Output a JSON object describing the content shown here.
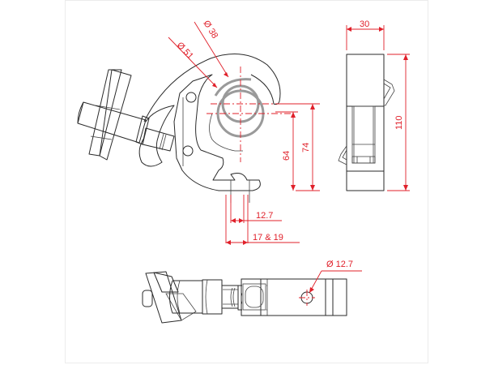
{
  "drawing": {
    "title": "Half coupler clamp technical drawing",
    "line_color": "#2a2a2a",
    "dimension_color": "#e0202a",
    "pipe_color": "#9a9a9a",
    "views": [
      "side-view",
      "end-view",
      "top-view"
    ]
  },
  "dimensions": {
    "pipe_diameter_large": "Ø 51",
    "pipe_diameter_small": "Ø 38",
    "height_inner": "64",
    "height_outer": "74",
    "slot_width": "12.7",
    "base_width": "17 & 19",
    "end_width": "30",
    "end_height": "110",
    "hole_diameter": "Ø 12.7"
  }
}
